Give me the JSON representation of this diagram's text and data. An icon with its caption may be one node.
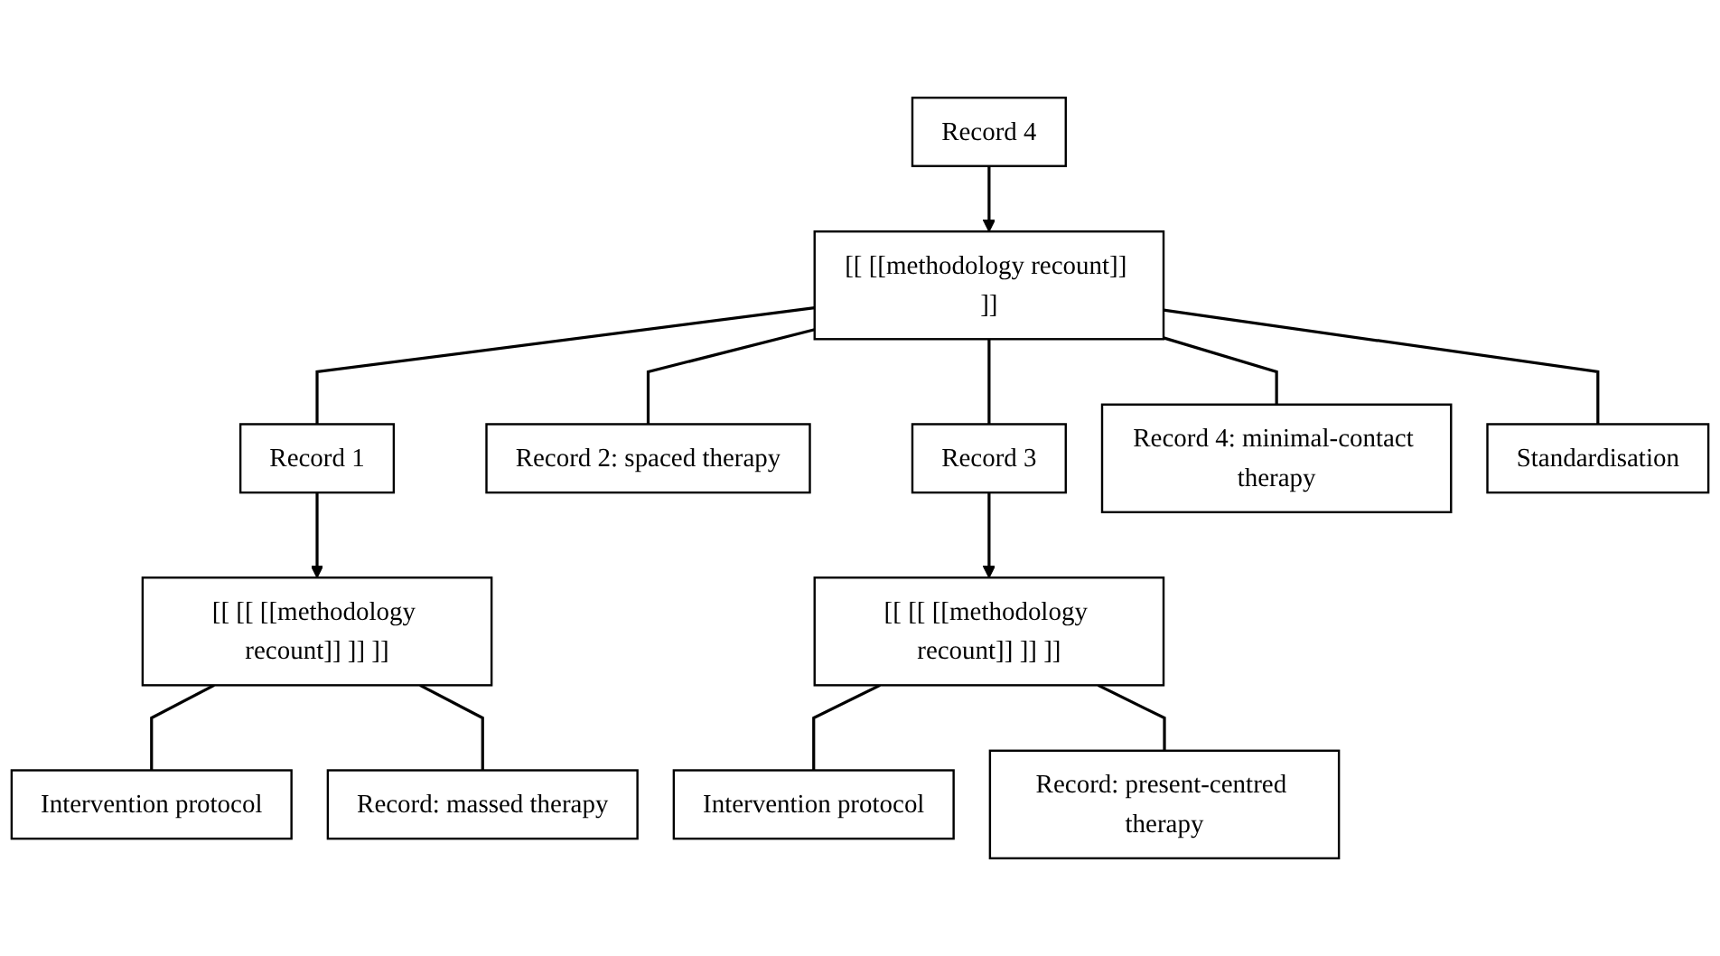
{
  "diagram": {
    "nodes": [
      {
        "text": [
          "Record 4"
        ]
      },
      {
        "text": [
          "[[ [[methodology recount]] ]]"
        ]
      },
      {
        "text": [
          "Record 1"
        ]
      },
      {
        "text": [
          "Record 2: spaced therapy"
        ]
      },
      {
        "text": [
          "Record 3"
        ]
      },
      {
        "text": [
          "Record 4: minimal-contact therapy"
        ]
      },
      {
        "text": [
          "Standardisation"
        ]
      },
      {
        "text": [
          "[[ [[ [[methodology recount]] ]] ]]"
        ]
      },
      {
        "text": [
          "[[ [[ [[methodology recount]] ]] ]]"
        ]
      },
      {
        "text": [
          "Intervention protocol"
        ]
      },
      {
        "text": [
          "Record: massed therapy"
        ]
      },
      {
        "text": [
          "Intervention protocol"
        ]
      },
      {
        "text": [
          "Record: present-centred therapy"
        ]
      }
    ],
    "edges": [
      {
        "from": 0,
        "to": 1,
        "arrow": "to"
      },
      {
        "from": 1,
        "to": 2,
        "arrow": "none"
      },
      {
        "from": 1,
        "to": 3,
        "arrow": "none"
      },
      {
        "from": 1,
        "to": 4,
        "arrow": "none"
      },
      {
        "from": 1,
        "to": 5,
        "arrow": "none"
      },
      {
        "from": 1,
        "to": 6,
        "arrow": "none"
      },
      {
        "from": 2,
        "to": 7,
        "arrow": "to"
      },
      {
        "from": 4,
        "to": 8,
        "arrow": "to"
      },
      {
        "from": 7,
        "to": 9,
        "arrow": "none"
      },
      {
        "from": 7,
        "to": 10,
        "arrow": "none"
      },
      {
        "from": 8,
        "to": 11,
        "arrow": "none"
      },
      {
        "from": 8,
        "to": 12,
        "arrow": "none"
      }
    ]
  }
}
